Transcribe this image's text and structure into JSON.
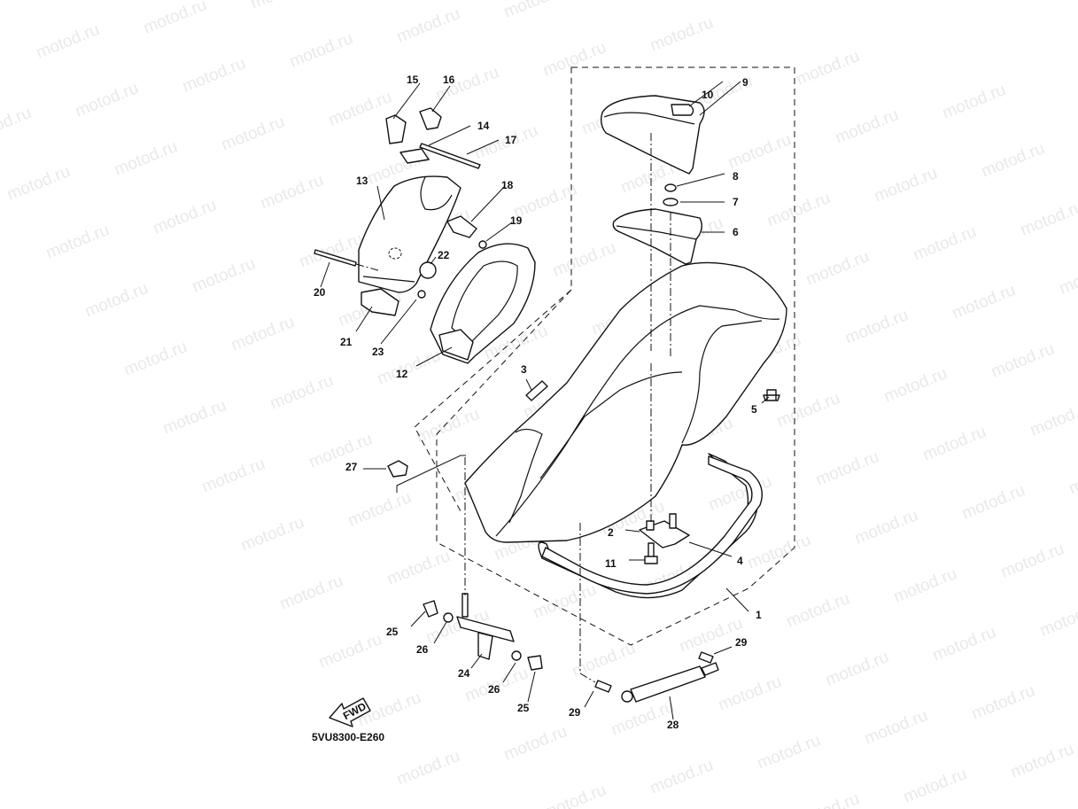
{
  "diagram": {
    "code": "5VU8300-E260",
    "watermark": "motod.ru",
    "fwd_label": "FWD",
    "callouts": [
      {
        "id": "c1",
        "label": "1"
      },
      {
        "id": "c2",
        "label": "2"
      },
      {
        "id": "c3",
        "label": "3"
      },
      {
        "id": "c4",
        "label": "4"
      },
      {
        "id": "c5",
        "label": "5"
      },
      {
        "id": "c6",
        "label": "6"
      },
      {
        "id": "c7",
        "label": "7"
      },
      {
        "id": "c8",
        "label": "8"
      },
      {
        "id": "c9",
        "label": "9"
      },
      {
        "id": "c10",
        "label": "10"
      },
      {
        "id": "c11",
        "label": "11"
      },
      {
        "id": "c12",
        "label": "12"
      },
      {
        "id": "c13",
        "label": "13"
      },
      {
        "id": "c14",
        "label": "14"
      },
      {
        "id": "c15",
        "label": "15"
      },
      {
        "id": "c16",
        "label": "16"
      },
      {
        "id": "c17",
        "label": "17"
      },
      {
        "id": "c18",
        "label": "18"
      },
      {
        "id": "c19",
        "label": "19"
      },
      {
        "id": "c20",
        "label": "20"
      },
      {
        "id": "c21",
        "label": "21"
      },
      {
        "id": "c22",
        "label": "22"
      },
      {
        "id": "c23",
        "label": "23"
      },
      {
        "id": "c24",
        "label": "24"
      },
      {
        "id": "c25a",
        "label": "25"
      },
      {
        "id": "c25b",
        "label": "25"
      },
      {
        "id": "c26a",
        "label": "26"
      },
      {
        "id": "c26b",
        "label": "26"
      },
      {
        "id": "c27",
        "label": "27"
      },
      {
        "id": "c28",
        "label": "28"
      },
      {
        "id": "c29a",
        "label": "29"
      },
      {
        "id": "c29b",
        "label": "29"
      }
    ]
  }
}
